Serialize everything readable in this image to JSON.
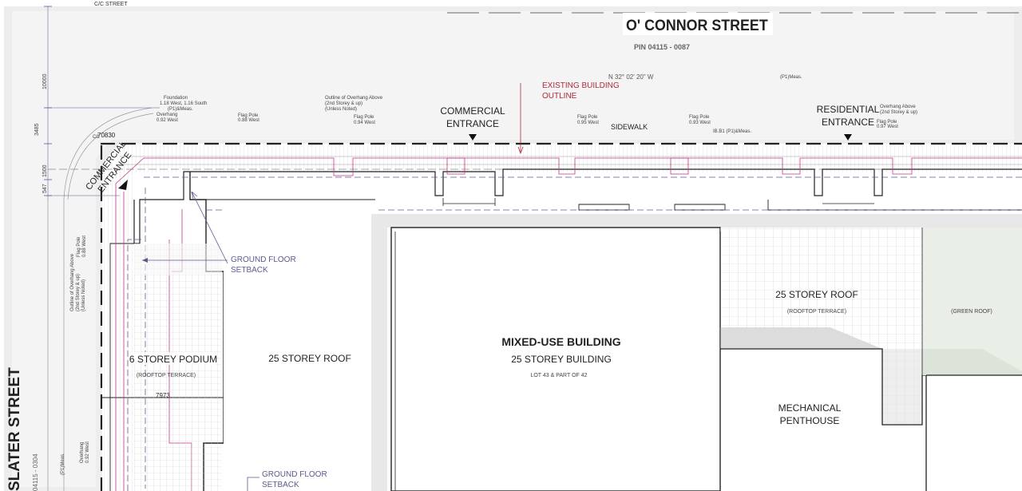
{
  "streets": {
    "top": "O' CONNOR STREET",
    "left": "SLATER STREET",
    "corner_ref": "C/C STREET",
    "pin_top": "PIN    04115  -  0087",
    "pin_left": "04115  -  0304",
    "bearing": "N   32°   02'   20\"   W"
  },
  "entrances": {
    "commercial_top_1": "COMMERCIAL",
    "commercial_top_2": "ENTRANCE",
    "commercial_corner_1": "COMMERCIAL",
    "commercial_corner_2": "ENTRANCE",
    "residential_1": "RESIDENTIAL",
    "residential_2": "ENTRANCE"
  },
  "annotations": {
    "existing_1": "EXISTING BUILDING",
    "existing_2": "OUTLINE",
    "sidewalk": "SIDEWALK",
    "setback_a_1": "GROUND FLOOR",
    "setback_a_2": "SETBACK",
    "setback_b_1": "GROUND FLOOR",
    "setback_b_2": "SETBACK"
  },
  "areas": {
    "podium": "6 STOREY PODIUM",
    "podium_sub": "(ROOFTOP TERRACE)",
    "roof_25_left": "25 STOREY ROOF",
    "building_title": "MIXED-USE BUILDING",
    "building_sub": "25 STOREY BUILDING",
    "building_lot": "LOT 43 & PART OF 42",
    "roof_25_right": "25 STOREY ROOF",
    "roof_25_right_sub": "(ROOFTOP TERRACE)",
    "green_roof": "(GREEN ROOF)",
    "mech_1": "MECHANICAL",
    "mech_2": "PENTHOUSE"
  },
  "dimensions": {
    "d10000": "10000",
    "d3485": "3485",
    "d1500": "1500",
    "d547": "547",
    "d7973": "7973",
    "d70830": "70830"
  },
  "survey_notes": {
    "foundation_1": "Foundation",
    "foundation_2": "1.18 West, 1.16 South",
    "foundation_3": "(P1)&Meas.",
    "overhang_1": "Overhang",
    "overhang_2": "0.92 West",
    "flagpole_1a": "Flag Pole",
    "flagpole_1b": "0.88 West",
    "outline_1": "Outline of Overhang Above",
    "outline_2": "(2nd Storey & up)",
    "outline_3": "(Unless Noted)",
    "flagpole_2a": "Flag Pole",
    "flagpole_2b": "0.94 West",
    "flagpole_3a": "Flag Pole",
    "flagpole_3b": "0.95 West",
    "flagpole_4a": "Flag Pole",
    "flagpole_4b": "0.93 West",
    "flagpole_5a": "Flag Pole",
    "flagpole_5b": "0.97 West",
    "p1meas_1": "(P1)Meas.",
    "p1meas_2": "IB.B1   (P1)&Meas.",
    "side_overhang_1": "Overhang Above",
    "side_overhang_2": "(2nd Storey & up)",
    "cc": "CC"
  },
  "colors": {
    "line": "#222222",
    "gray_fill": "#ededed",
    "grid": "#cfcfcf",
    "magenta": "#c6368a",
    "purple": "#5b5a8f",
    "red": "#b0283a",
    "green_roof": "#e9eee6"
  }
}
